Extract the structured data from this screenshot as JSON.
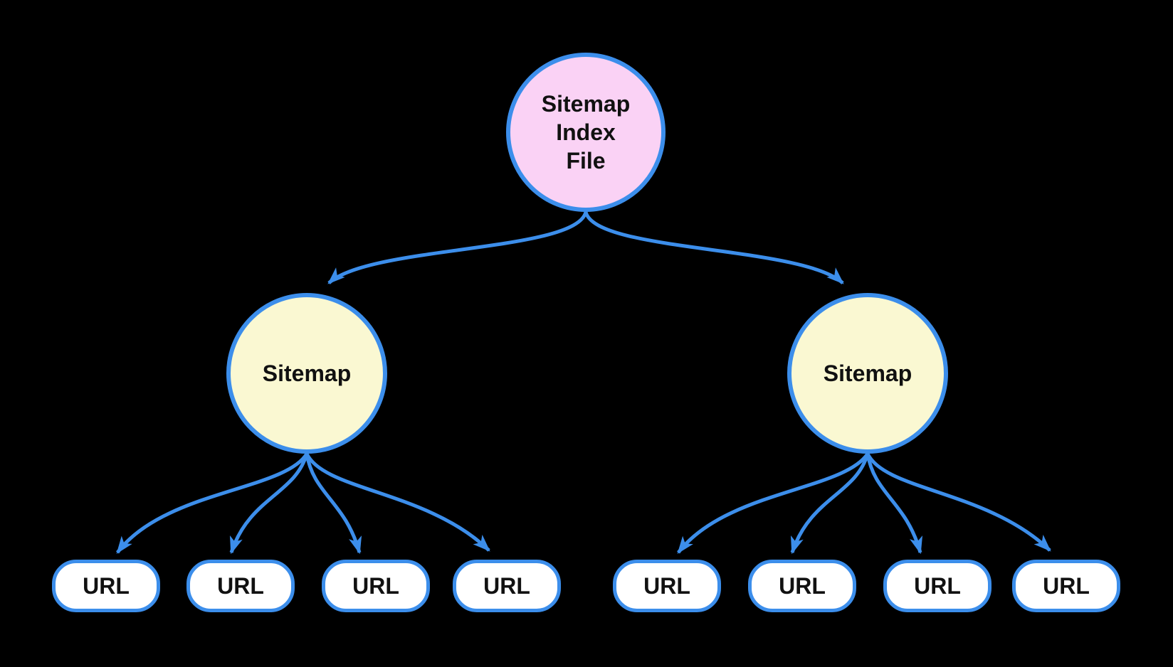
{
  "diagram": {
    "type": "tree",
    "colors": {
      "background": "#000000",
      "stroke": "#3c8eeb",
      "index_fill": "#fad2f5",
      "sitemap_fill": "#faf8d2",
      "url_fill": "#ffffff",
      "text": "#111111"
    },
    "nodes": {
      "index": {
        "id": "sitemap-index-file",
        "lines": [
          "Sitemap",
          "Index",
          "File"
        ]
      },
      "sitemaps": [
        {
          "id": "sitemap-left",
          "label": "Sitemap"
        },
        {
          "id": "sitemap-right",
          "label": "Sitemap"
        }
      ],
      "urls": [
        {
          "id": "url-1",
          "label": "URL"
        },
        {
          "id": "url-2",
          "label": "URL"
        },
        {
          "id": "url-3",
          "label": "URL"
        },
        {
          "id": "url-4",
          "label": "URL"
        },
        {
          "id": "url-5",
          "label": "URL"
        },
        {
          "id": "url-6",
          "label": "URL"
        },
        {
          "id": "url-7",
          "label": "URL"
        },
        {
          "id": "url-8",
          "label": "URL"
        }
      ]
    },
    "edges": [
      {
        "from": "sitemap-index-file",
        "to": "sitemap-left"
      },
      {
        "from": "sitemap-index-file",
        "to": "sitemap-right"
      },
      {
        "from": "sitemap-left",
        "to": "url-1"
      },
      {
        "from": "sitemap-left",
        "to": "url-2"
      },
      {
        "from": "sitemap-left",
        "to": "url-3"
      },
      {
        "from": "sitemap-left",
        "to": "url-4"
      },
      {
        "from": "sitemap-right",
        "to": "url-5"
      },
      {
        "from": "sitemap-right",
        "to": "url-6"
      },
      {
        "from": "sitemap-right",
        "to": "url-7"
      },
      {
        "from": "sitemap-right",
        "to": "url-8"
      }
    ]
  }
}
